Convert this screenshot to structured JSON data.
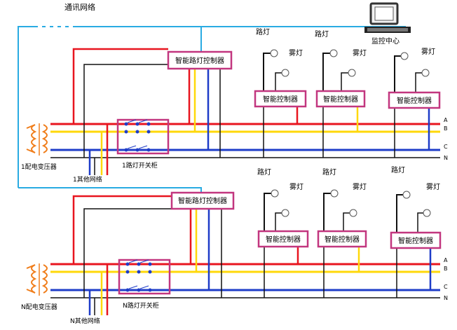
{
  "network_label": "通讯网络",
  "monitor": {
    "label": "监控中心",
    "screen_text": ""
  },
  "phase_labels": [
    "A",
    "B",
    "C",
    "N"
  ],
  "colors": {
    "comm_line": "#29abe2",
    "phase_a": "#e8151f",
    "phase_b": "#ffd80a",
    "phase_c": "#1e3cc8",
    "neutral": "#111111",
    "box_border": "#c2367f",
    "transformer": "#f07d1a"
  },
  "top": {
    "transformer_label": "1配电变压器",
    "other_network_label": "1其他网络",
    "switch_cabinet_label": "1路灯开关柜",
    "main_controller_label": "智能路灯控制器",
    "lamps": [
      {
        "street_light": "路灯",
        "fog_light": "雾灯",
        "controller": "智能控制器"
      },
      {
        "street_light": "路灯",
        "fog_light": "雾灯",
        "controller": "智能控制器"
      },
      {
        "street_light": "",
        "fog_light": "雾灯",
        "controller": "智能控制器"
      }
    ]
  },
  "bottom": {
    "transformer_label": "N配电变压器",
    "other_network_label": "N其他网络",
    "switch_cabinet_label": "N路灯开关柜",
    "main_controller_label": "智能路灯控制器",
    "lamps": [
      {
        "street_light": "路灯",
        "fog_light": "雾灯",
        "controller": "智能控制器"
      },
      {
        "street_light": "路灯",
        "fog_light": "雾灯",
        "controller": "智能控制器"
      },
      {
        "street_light": "路灯",
        "fog_light": "雾灯",
        "controller": "智能控制器"
      }
    ]
  }
}
